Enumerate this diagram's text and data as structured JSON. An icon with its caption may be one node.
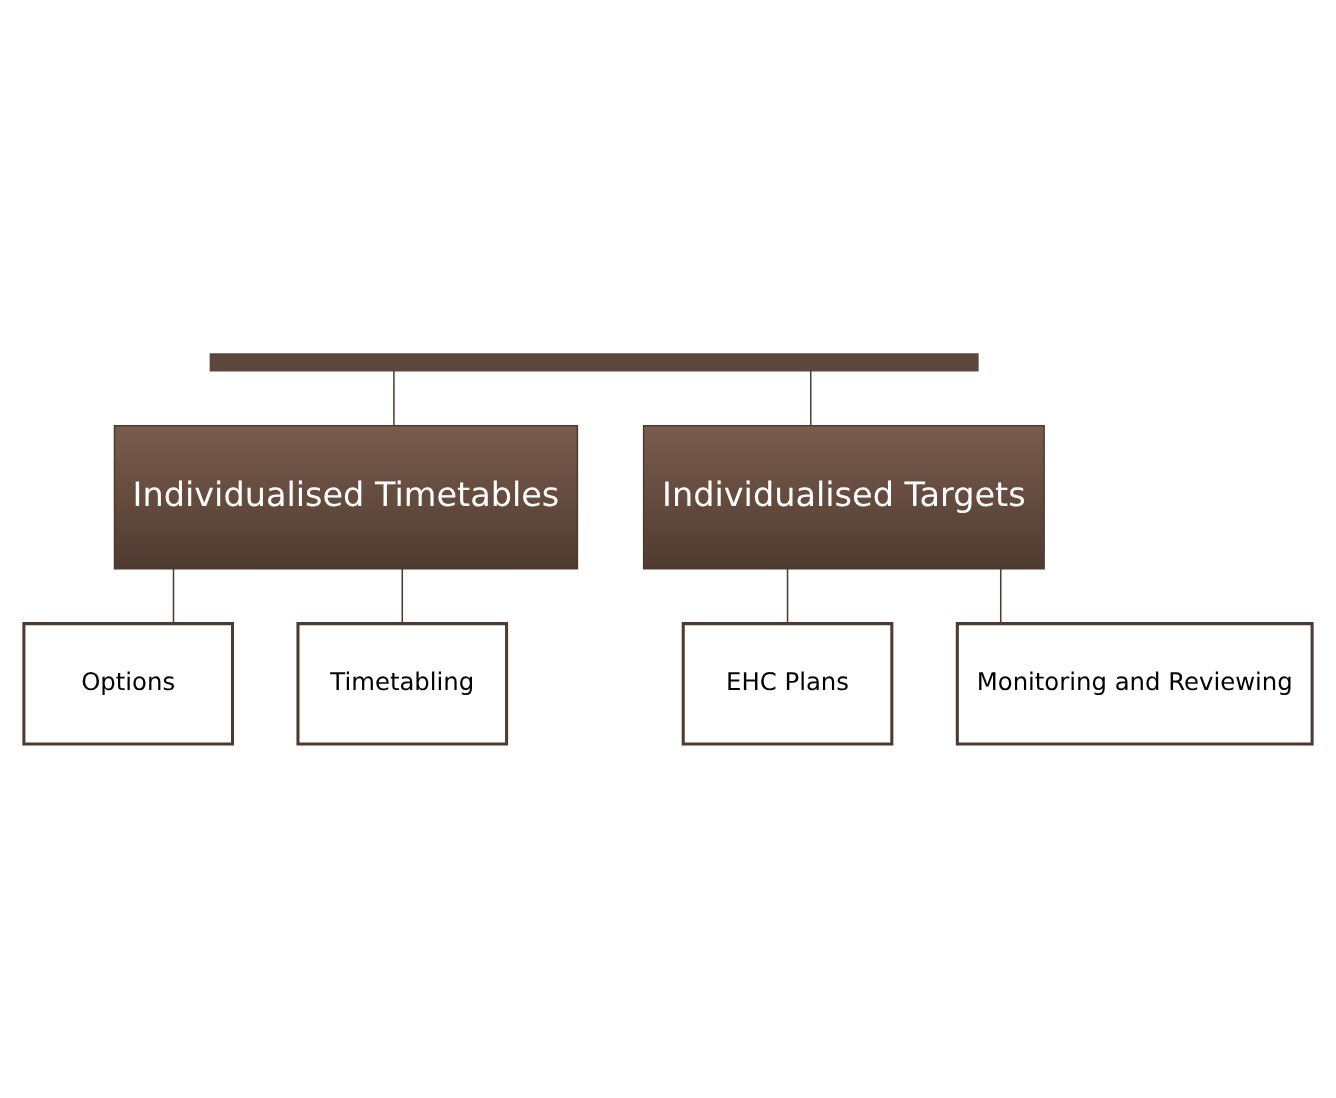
{
  "diagram": {
    "nodes": [
      {
        "text": [],
        "shape": "bar"
      },
      {
        "text": [
          "Individualised Timetables"
        ]
      },
      {
        "text": [
          "Individualised Targets"
        ]
      },
      {
        "text": [
          "Options"
        ]
      },
      {
        "text": [
          "Timetabling"
        ]
      },
      {
        "text": [
          "EHC Plans"
        ]
      },
      {
        "text": [
          "Monitoring and Reviewing"
        ]
      }
    ],
    "edges": [
      {
        "from": 0,
        "to": 1,
        "arrow": "none"
      },
      {
        "from": 0,
        "to": 2,
        "arrow": "none"
      },
      {
        "from": 1,
        "to": 3,
        "arrow": "none"
      },
      {
        "from": 1,
        "to": 4,
        "arrow": "none"
      },
      {
        "from": 2,
        "to": 5,
        "arrow": "none"
      },
      {
        "from": 2,
        "to": 6,
        "arrow": "none"
      }
    ]
  }
}
